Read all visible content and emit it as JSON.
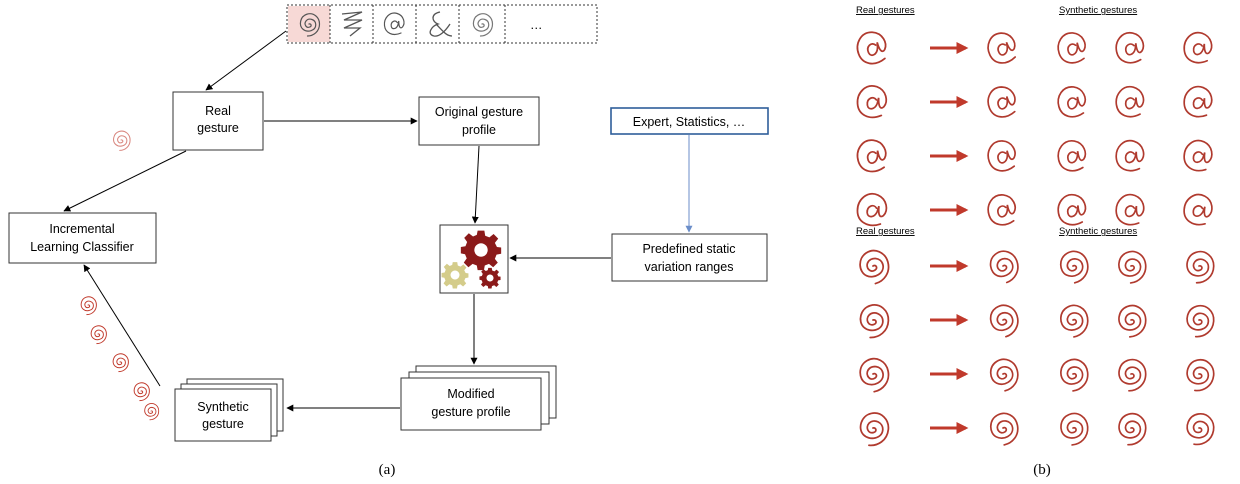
{
  "panel_a": {
    "caption": "(a)",
    "nodes": {
      "real_gesture": [
        "Real",
        "gesture"
      ],
      "original_profile": [
        "Original gesture",
        "profile"
      ],
      "expert": [
        "Expert, Statistics, …"
      ],
      "classifier": [
        "Incremental",
        "Learning Classifier"
      ],
      "predefined": [
        "Predefined static",
        "variation ranges"
      ],
      "modified_profile": [
        "Modified",
        "gesture profile"
      ],
      "synthetic": [
        "Synthetic",
        "gesture"
      ]
    },
    "strip_items": [
      "spiral-icon",
      "zigzag-icon",
      "at-icon",
      "ampersand-icon",
      "double-spiral-icon",
      "…"
    ],
    "colors": {
      "gear_big": "#8b1a1a",
      "gear_small": "#d4cc8a",
      "gesture_ink": "#c0392b",
      "expert_border": "#2e5e9a",
      "expert_arrow": "#6b8ec9"
    }
  },
  "panel_b": {
    "caption": "(b)",
    "top_block": {
      "real_header": "Real gestures",
      "synthetic_header": "Synthetic gestures",
      "glyph": "@",
      "rows": 4,
      "synthetic_per_row": 4
    },
    "bottom_block": {
      "real_header": "Real gestures",
      "synthetic_header": "Synthetic gestures",
      "glyph": "spiral",
      "rows": 4,
      "synthetic_per_row": 4
    },
    "colors": {
      "ink": "#b03a2e",
      "arrow": "#c0392b"
    }
  }
}
